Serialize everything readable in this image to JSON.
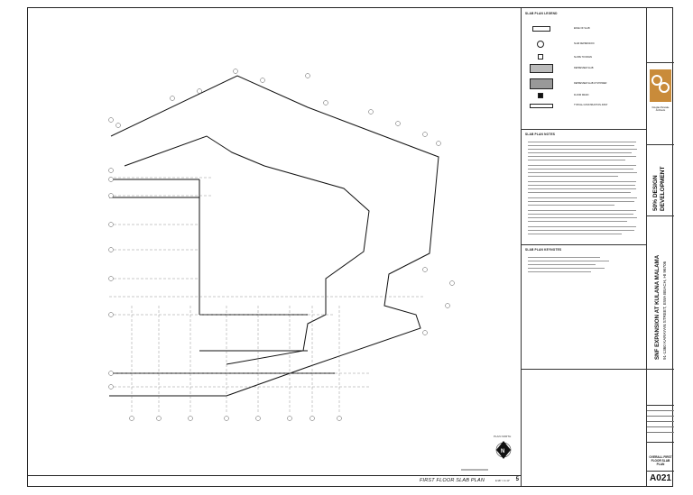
{
  "drawing": {
    "title": "FIRST FLOOR SLAB PLAN",
    "scale": "1/16\" = 1'-0\"",
    "number": "5",
    "north_label": "PLAN NORTH"
  },
  "legend": {
    "title": "SLAB PLAN LEGEND",
    "items": [
      "EDGE OF SLAB",
      "SLAB DEPRESSION",
      "SLOPE TO DRAIN",
      "DEPRESSED SLAB",
      "DEPRESSED SLAB AT SHOWER",
      "FLOOR DRAIN",
      "TYPICAL CONSTRUCTION JOINT"
    ]
  },
  "notes": {
    "title": "SLAB PLAN NOTES"
  },
  "keynotes": {
    "title": "SLAB PLAN KEYNOTES"
  },
  "titleblock": {
    "firm": "Douglas Pancake Architects",
    "phase": "50% DESIGN DEVELOPMENT",
    "project": "SNF EXPANSION AT KULANA MALAMA",
    "address": "91-1360 KARAYAN STREET, EWA BEACH, HI 96706",
    "sheet_title": "OVERALL FIRST FLOOR SLAB PLAN",
    "sheet_number": "A021"
  }
}
